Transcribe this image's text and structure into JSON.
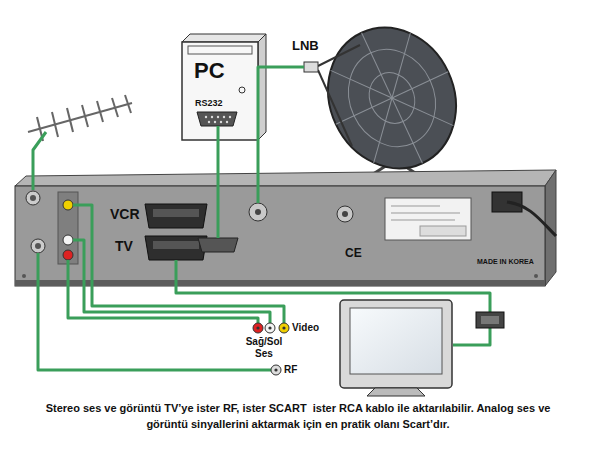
{
  "diagram": {
    "caption": "Stereo ses ve görüntü TV’ye ister RF, ister SCART  ister RCA kablo ile aktarılabilir. Analog ses ve görüntü sinyallerini aktarmak için en pratik olanı Scart’dır.",
    "nodes": [
      {
        "text": [
          "PC",
          "RS232"
        ]
      },
      {
        "text": [
          "LNB"
        ]
      },
      {
        "text": [
          "VCR",
          "TV",
          "CE",
          "MADE IN KOREA"
        ]
      }
    ],
    "edges": [
      {
        "from": 0,
        "to": 2,
        "arrow": "none"
      },
      {
        "from": 1,
        "to": 2,
        "arrow": "none"
      }
    ],
    "labels": [
      "Sağ/Sol Ses",
      "Video",
      "RF"
    ]
  }
}
